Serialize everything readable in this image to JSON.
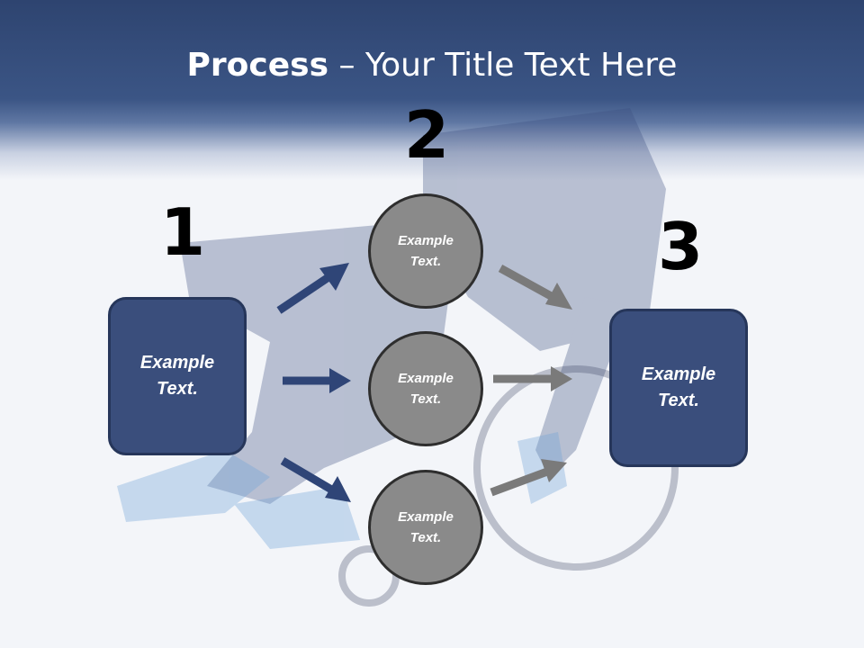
{
  "title": {
    "bold": "Process",
    "rest": " – Your Title Text Here"
  },
  "steps": [
    {
      "number": "1",
      "label": "Example\nText."
    },
    {
      "number": "2"
    },
    {
      "number": "3",
      "label": "Example\nText."
    }
  ],
  "circles": [
    {
      "label": "Example\nText."
    },
    {
      "label": "Example\nText."
    },
    {
      "label": "Example\nText."
    }
  ],
  "colors": {
    "header": "#3b5585",
    "box": "#3a4e7c",
    "circle": "#8a8a8a",
    "arrow_blue": "#2f4577",
    "arrow_grey": "#7a7a7a"
  },
  "background_image": "wheelchair-doctor-photo"
}
